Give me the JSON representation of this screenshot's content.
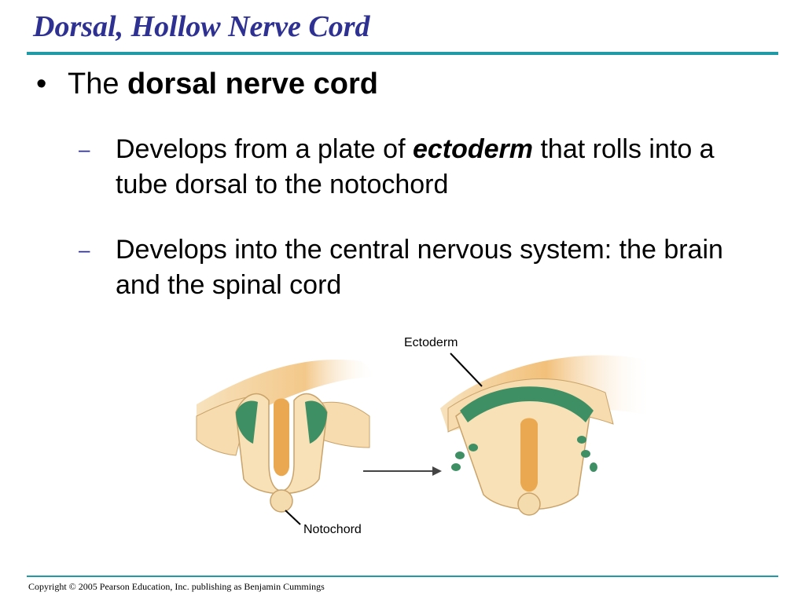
{
  "slide": {
    "title": "Dorsal, Hollow Nerve Cord",
    "bullet": {
      "symbol": "•",
      "prefix": "The ",
      "bold": "dorsal nerve cord"
    },
    "sub1": {
      "dash": "–",
      "before": "Develops from a plate of ",
      "emph": "ectoderm",
      "after": " that rolls into a tube dorsal to the notochord"
    },
    "sub2": {
      "dash": "–",
      "text": "Develops into the central nervous system: the brain and the spinal cord"
    },
    "figure": {
      "label_ectoderm": "Ectoderm",
      "label_notochord": "Notochord"
    },
    "copyright": "Copyright © 2005 Pearson Education, Inc. publishing as Benjamin Cummings"
  },
  "colors": {
    "title": "#2e3192",
    "rule": "#1f9aa6",
    "ectoderm_green": "#3f8f64",
    "tissue": "#f6d9a6",
    "notochord": "#e9a94c"
  }
}
